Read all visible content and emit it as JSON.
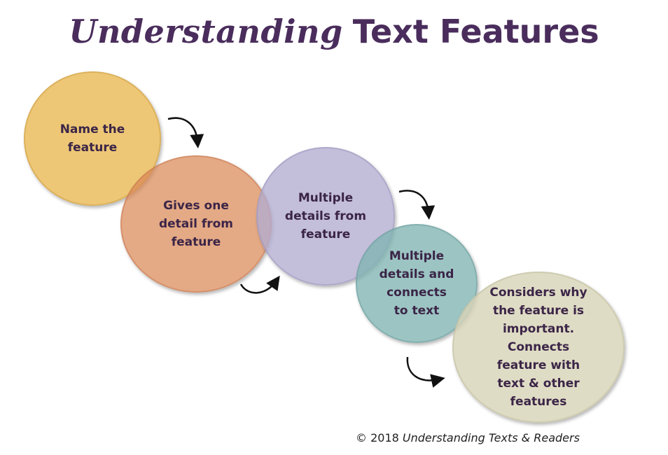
{
  "title": {
    "script_part": "Understanding",
    "plain_part": "Text Features"
  },
  "steps": [
    {
      "label": "Name the\nfeature",
      "color": "#e8b74f"
    },
    {
      "label": "Gives one\ndetail from\nfeature",
      "color": "#da8856"
    },
    {
      "label": "Multiple\ndetails from\nfeature",
      "color": "#b2acd0"
    },
    {
      "label": "Multiple\ndetails and\nconnects\nto text",
      "color": "#80b4b2"
    },
    {
      "label": "Considers why\nthe feature is\nimportant.\nConnects\nfeature with\ntext & other\nfeatures",
      "color": "#d8d4b8"
    }
  ],
  "arrows": [
    "curved-arrow-icon",
    "curved-arrow-icon",
    "curved-arrow-icon",
    "curved-arrow-icon"
  ],
  "footer": {
    "copyright_prefix": "© 2018 ",
    "copyright_source": "Understanding Texts & Readers"
  }
}
